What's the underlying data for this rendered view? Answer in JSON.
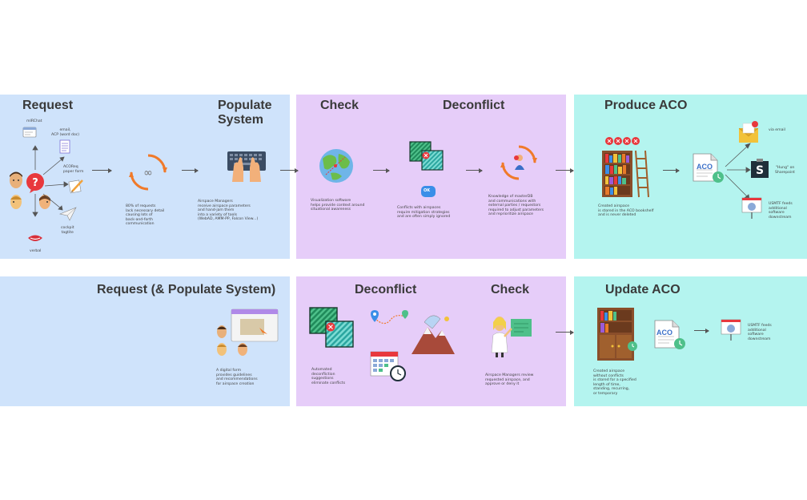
{
  "top_row": {
    "request": {
      "title": "Request",
      "mirchat": "mIRChat",
      "email": "email,\nACP (word doc)",
      "acoreq": "ACOReq\npaper form",
      "cockpit": "cockpit\ntagtite",
      "verbal": "verbal",
      "note": "80% of requests\nlack necessary detail\ncausing lots of\nback-and-forth\ncommunication"
    },
    "populate": {
      "title": "Populate\nSystem",
      "note": "Airspace Managers\nreceive airspace parameters\nand hand-jam them\ninto a variety of tools\n(WebAD, AMM-PP, Falcon View...)"
    },
    "check": {
      "title": "Check",
      "note": "Visualization software\nhelps provide context around\nsituational awareness"
    },
    "deconflict": {
      "title": "Deconflict",
      "ok": "OK",
      "note1": "Conflicts with airspaces\nrequire mitigation strategies\nand are often simply ignored",
      "note2": "Knowledge of masterDB\nand communications with\nexternal parties / requestors\nrequired to adjust parameters\nand reprioritize airspace"
    },
    "produce": {
      "title": "Produce ACO",
      "doc_label": "ACO",
      "note": "Created airspace\nis stored in the ACO bookshelf\nand is never deleted",
      "via_email": "via email",
      "sharepoint": "\"Hung\" on\nSharepoint",
      "usmtf": "USMTF feeds\nadditional\nsoftware\ndownstream"
    }
  },
  "bottom_row": {
    "request": {
      "title": "Request (& Populate System)",
      "note": "A digital form\nprovides guidelines\nand recommendations\nfor airspace creation"
    },
    "deconflict": {
      "title": "Deconflict",
      "note": "Automated\ndeconfliction\nsuggestions\neliminate conflicts"
    },
    "check": {
      "title": "Check",
      "note": "Airspace Managers review\nrequested airspace, and\napprove or deny it"
    },
    "update": {
      "title": "Update ACO",
      "doc_label": "ACO",
      "note": "Created airspace\nwithout conflicts\nis stored for a specified\nlength of time,\nstanding, recurring,\nor temporary",
      "usmtf": "USMTF feeds\nadditional\nsoftware\ndownstream"
    }
  },
  "colors": {
    "request_panel": "#cfe3fb",
    "check_panel": "#e6cdf9",
    "aco_panel": "#b4f4ef"
  }
}
